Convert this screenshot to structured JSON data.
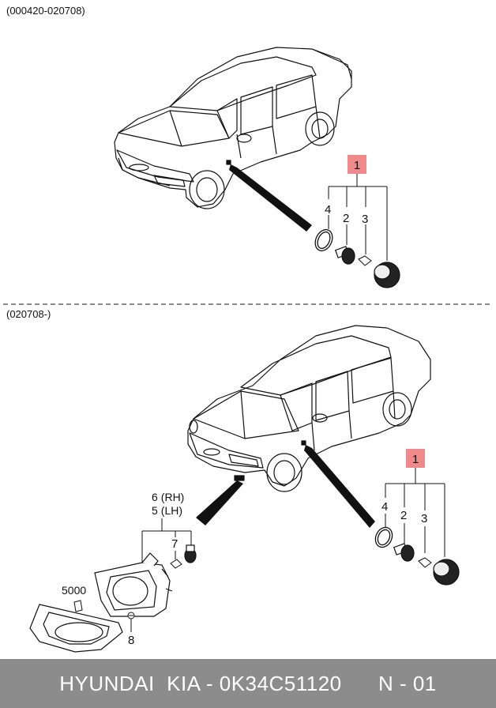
{
  "sections": [
    {
      "date_range": "(000420-020708)",
      "parts": [
        {
          "callout": "1",
          "number": "1"
        },
        {
          "callout": "2",
          "number": "2"
        },
        {
          "callout": "3",
          "number": "3"
        },
        {
          "callout": "4",
          "number": "4"
        }
      ]
    },
    {
      "date_range": "(020708-)",
      "parts": [
        {
          "callout": "1",
          "number": "1"
        },
        {
          "callout": "2",
          "number": "2"
        },
        {
          "callout": "3",
          "number": "3"
        },
        {
          "callout": "4",
          "number": "4"
        },
        {
          "callout": "6 (RH)",
          "number": "6",
          "side": "(RH)"
        },
        {
          "callout": "5 (LH)",
          "number": "5",
          "side": "(LH)"
        },
        {
          "callout": "7",
          "number": "7"
        },
        {
          "callout": "5000",
          "number": "5000"
        },
        {
          "callout": "8",
          "number": "8"
        }
      ]
    }
  ],
  "footer": {
    "brand": "HYUNDAI",
    "part_code": "KIA - 0K34C51120",
    "page": "N - 01"
  },
  "colors": {
    "highlight_box": "#f08a8a",
    "footer_bg": "#8c8c8c",
    "line": "#111111"
  }
}
